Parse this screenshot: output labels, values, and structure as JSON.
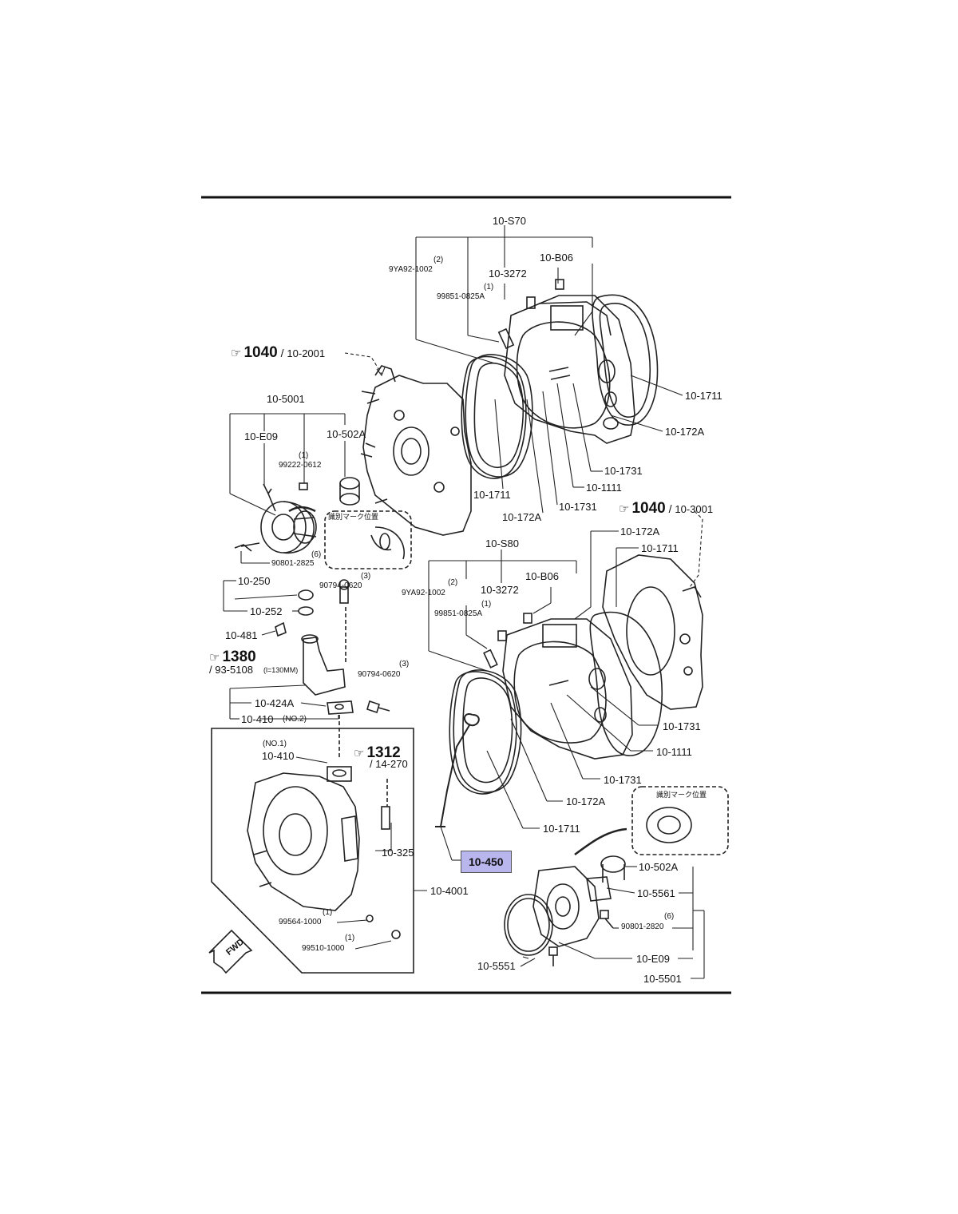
{
  "diagram_labels": {
    "s70": "10-S70",
    "b06_top": "10-B06",
    "q2_top": "(2)",
    "p9ya_top": "9YA92-1002",
    "p3272_top": "10-3272",
    "q1_top": "(1)",
    "p99851_top": "99851-0825A",
    "ref1040_a_num": "1040",
    "ref1040_a_part": "10-2001",
    "p1711_r1": "10-1711",
    "p172a_r1": "10-172A",
    "p1731_r1": "10-1731",
    "p1111_r1": "10-1111",
    "p1711_c1": "10-1711",
    "p172a_c1": "10-172A",
    "p1731_c1": "10-1731",
    "p5001": "10-5001",
    "pE09_l": "10-E09",
    "p502a_l": "10-502A",
    "q1_l": "(1)",
    "p99222": "99222-0612",
    "jp_mark_1": "識別マーク位置",
    "q6_l": "(6)",
    "p90801_l": "90801-2825",
    "ref1040_b_num": "1040",
    "ref1040_b_part": "10-3001",
    "p172a_r2": "10-172A",
    "p1711_r2": "10-1711",
    "s80": "10-S80",
    "b06_mid": "10-B06",
    "q2_mid": "(2)",
    "p9ya_mid": "9YA92-1002",
    "p3272_mid": "10-3272",
    "q1_mid": "(1)",
    "p99851_mid": "99851-0825A",
    "p250": "10-250",
    "p252": "10-252",
    "q3_a": "(3)",
    "p90794_a": "90794-0620",
    "p481": "10-481",
    "ref1380_num": "1380",
    "ref1380_part": "/ 93-5108",
    "ref1380_note": "(l=130MM)",
    "q3_b": "(3)",
    "p90794_b": "90794-0620",
    "p424a": "10-424A",
    "p410_no2": "10-410",
    "no2": "(NO.2)",
    "p1731_r3": "10-1731",
    "p1111_r2": "10-1111",
    "p1731_r4": "10-1731",
    "p172a_c2": "10-172A",
    "p1711_c2": "10-1711",
    "no1": "(NO.1)",
    "p410_no1": "10-410",
    "ref1312_num": "1312",
    "ref1312_part": "/ 14-270",
    "p325": "10-325",
    "p450": "10-450",
    "jp_mark_2": "識別マーク位置",
    "p502a_r": "10-502A",
    "p5561": "10-5561",
    "q6_r": "(6)",
    "p90801_r": "90801-2820",
    "p4001": "10-4001",
    "q1_b1": "(1)",
    "p99564": "99564-1000",
    "q1_b2": "(1)",
    "p99510": "99510-1000",
    "fwd": "FWD",
    "p5551": "10-5551",
    "pE09_r": "10-E09",
    "p5501": "10-5501"
  },
  "highlight": {
    "part": "10-450",
    "color": "#b9b6ee"
  },
  "icons": {
    "reference": "pointing-hand-icon",
    "direction": "fwd-arrow-icon"
  }
}
